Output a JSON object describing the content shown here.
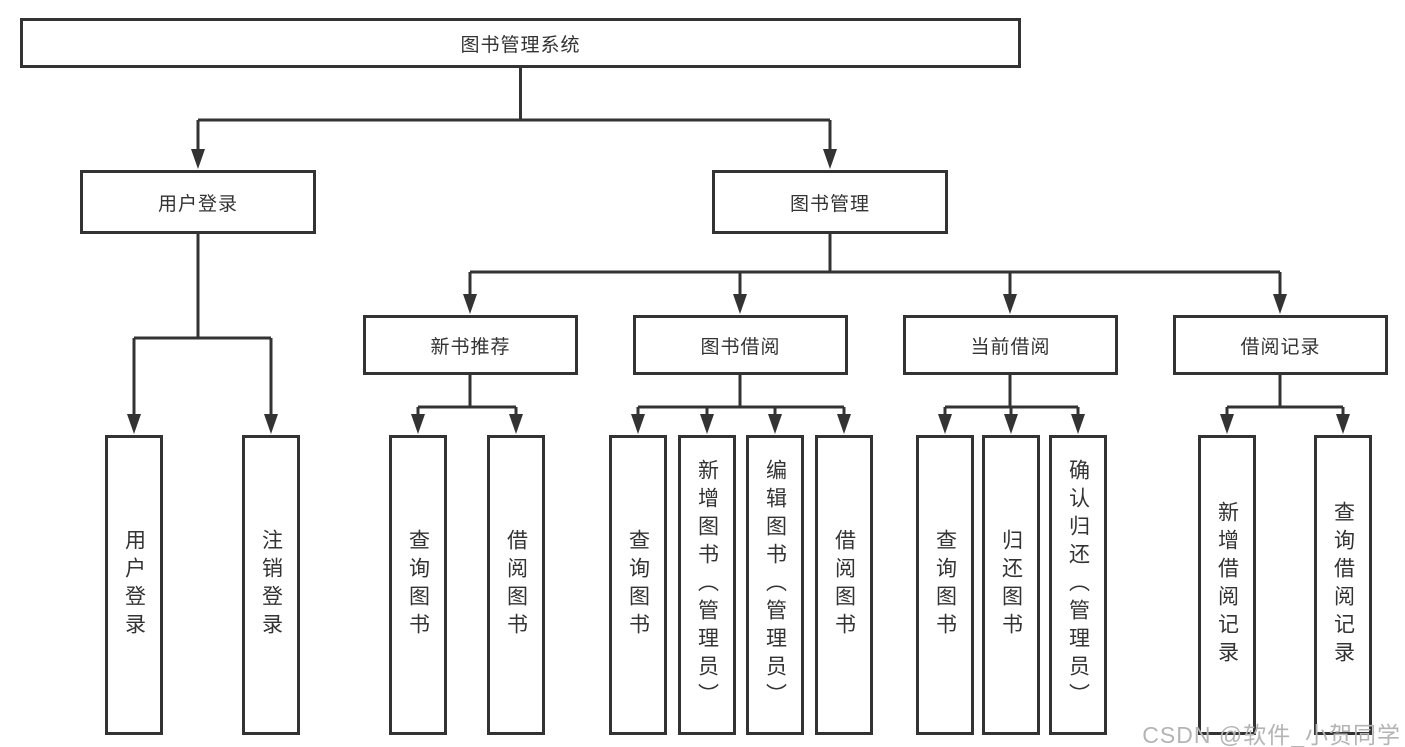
{
  "nodes": {
    "root": "图书管理系统",
    "level2": [
      "用户登录",
      "图书管理"
    ],
    "level3": [
      "新书推荐",
      "图书借阅",
      "当前借阅",
      "借阅记录"
    ],
    "leaves_user_login": [
      "用户登录",
      "注销登录"
    ],
    "leaves_new_book": [
      "查询图书",
      "借阅图书"
    ],
    "leaves_book_borrow": [
      "查询图书",
      "新增图书（管理员）",
      "编辑图书（管理员）",
      "借阅图书"
    ],
    "leaves_current_borrow": [
      "查询图书",
      "归还图书",
      "确认归还（管理员）"
    ],
    "leaves_borrow_record": [
      "新增借阅记录",
      "查询借阅记录"
    ]
  },
  "watermark": "CSDN @软件_小贺同学",
  "colors": {
    "line": "#333333",
    "text": "#333333",
    "background": "#ffffff",
    "watermark": "#b4b4b4"
  }
}
